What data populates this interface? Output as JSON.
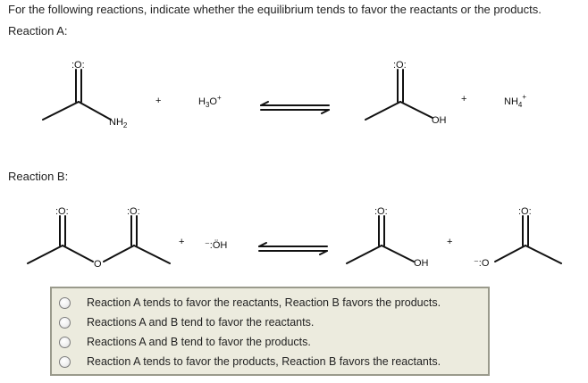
{
  "question": {
    "prompt": "For the following reactions, indicate whether the equilibrium tends to favor the reactants or the products.",
    "reaction_a_label": "Reaction A:",
    "reaction_b_label": "Reaction B:"
  },
  "reaction_a": {
    "reactant1": {
      "name": "acetamide",
      "atoms": {
        "carbonyl_o": ":O:",
        "n": "NH",
        "n_sub": "2"
      }
    },
    "plus1": "+",
    "reactant2": {
      "main": "H",
      "sub": "3",
      "mid": "O",
      "sup": "+"
    },
    "arrow": "equilibrium-arrows",
    "product1": {
      "name": "acetic acid",
      "atoms": {
        "carbonyl_o": ":O:",
        "oh": "OH"
      }
    },
    "plus2": "+",
    "product2": {
      "main": "NH",
      "sub": "4",
      "sup": "+"
    }
  },
  "reaction_b": {
    "reactant1": {
      "name": "acetic anhydride",
      "atoms": {
        "carbonyl_o1": ":O:",
        "carbonyl_o2": ":O:",
        "bridge_o": "O"
      }
    },
    "plus1": "+",
    "reactant2": {
      "charge": "−",
      "label": "OH"
    },
    "arrow": "equilibrium-arrows",
    "product1": {
      "name": "acetic acid",
      "atoms": {
        "carbonyl_o": ":O:",
        "oh": "OH"
      }
    },
    "plus2": "+",
    "product2": {
      "name": "acetate",
      "atoms": {
        "carbonyl_o": ":O:",
        "charge": "−",
        "o": "O"
      }
    }
  },
  "options": [
    {
      "label": "Reaction A tends to favor the reactants, Reaction B favors the products.",
      "selected": false
    },
    {
      "label": "Reactions A and B tend to favor the reactants.",
      "selected": false
    },
    {
      "label": "Reactions A and B tend to favor the products.",
      "selected": false
    },
    {
      "label": "Reaction A tends to favor the products, Reaction B favors the reactants.",
      "selected": false
    }
  ],
  "colors": {
    "options_bg": "#ecebde",
    "options_border": "#9a9a8c"
  }
}
